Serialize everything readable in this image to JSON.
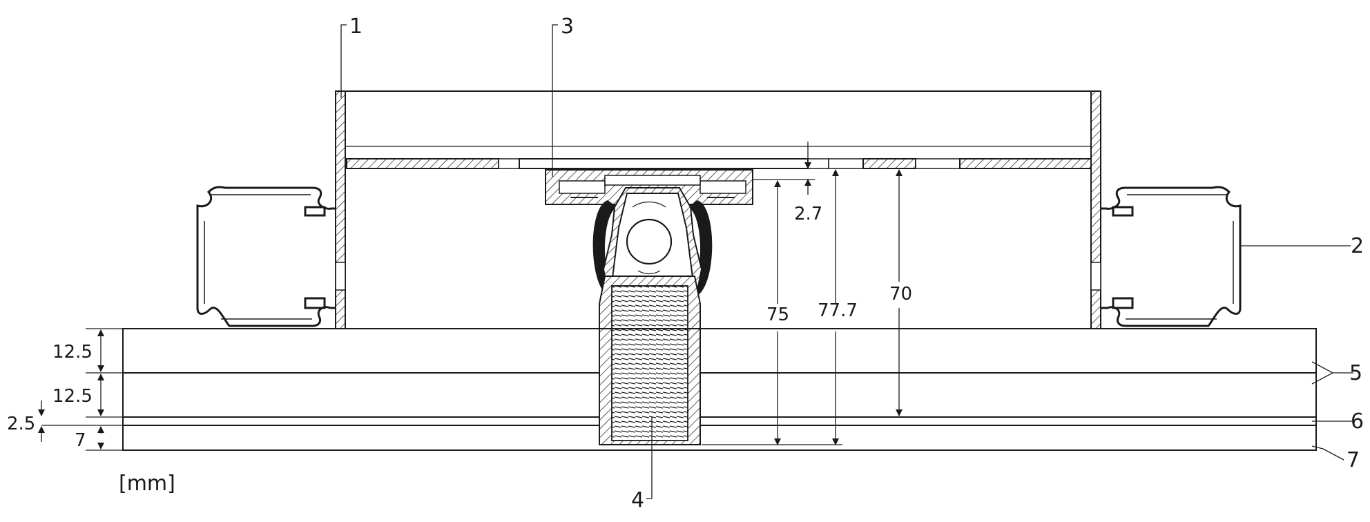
{
  "callouts": {
    "c1": "1",
    "c2": "2",
    "c3": "3",
    "c4": "4",
    "c5": "5",
    "c6": "6",
    "c7": "7"
  },
  "dimensions": {
    "d_2_7": "2.7",
    "d_75": "75",
    "d_77_7": "77.7",
    "d_70": "70",
    "d_12_5_top": "12.5",
    "d_12_5_mid": "12.5",
    "d_2_5": "2.5",
    "d_7": "7"
  },
  "unit": "[mm]",
  "colors": {
    "line": "#1a1a1a",
    "background": "#ffffff"
  }
}
